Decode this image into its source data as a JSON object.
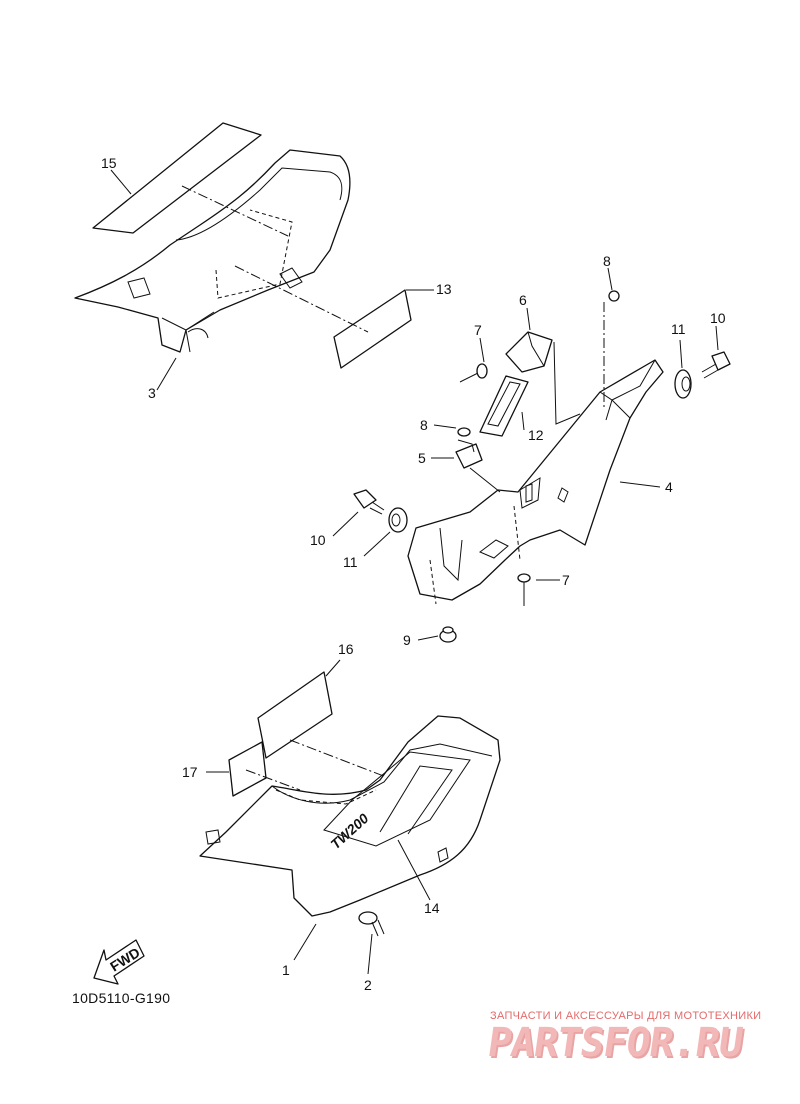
{
  "callouts": {
    "c1": "1",
    "c2": "2",
    "c3": "3",
    "c4": "4",
    "c5": "5",
    "c6": "6",
    "c7a": "7",
    "c7b": "7",
    "c8a": "8",
    "c8b": "8",
    "c9": "9",
    "c10a": "10",
    "c10b": "10",
    "c11a": "11",
    "c11b": "11",
    "c12": "12",
    "c13": "13",
    "c14": "14",
    "c15": "15",
    "c16": "16",
    "c17": "17"
  },
  "fwd_label": "FWD",
  "emblem_text": "TW200",
  "diagram_code": "10D5110-G190",
  "watermark": {
    "tagline": "ЗАПЧАСТИ И АКСЕССУАРЫ ДЛЯ МОТОТЕХНИКИ",
    "logo": "PARTSFOR.RU"
  },
  "colors": {
    "line": "#111111",
    "watermark_text": "#e46a6a",
    "watermark_logo": "#f2b8b8"
  }
}
